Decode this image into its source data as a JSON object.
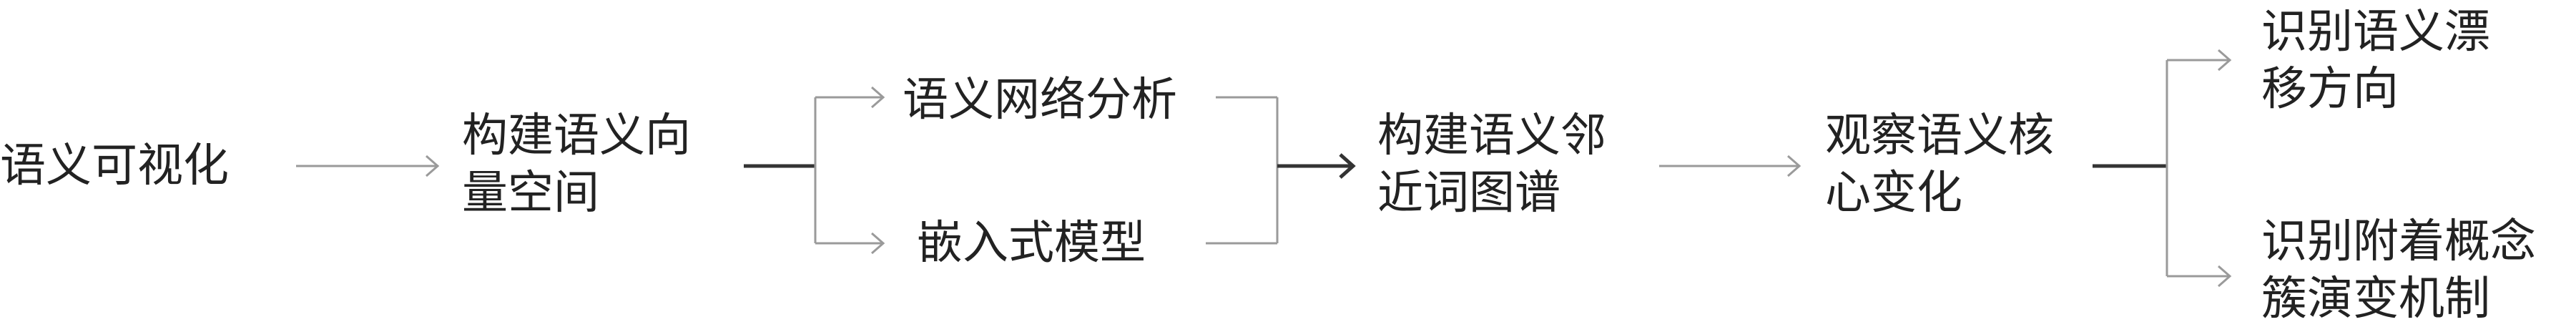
{
  "nodes": {
    "visualize": "语义可视化",
    "vector_space_line1": "构建语义向",
    "vector_space_line2": "量空间",
    "network_analysis": "语义网络分析",
    "embedding_model": "嵌入式模型",
    "neighbor_line1": "构建语义邻",
    "neighbor_line2": "近词图谱",
    "observe_line1": "观察语义核",
    "observe_line2": "心变化",
    "drift_line1": "识别语义漂",
    "drift_line2": "移方向",
    "cluster_line1": "识别附着概念",
    "cluster_line2": "簇演变机制"
  },
  "colors": {
    "text": "#222222",
    "thin_edge": "#9a9a9a",
    "thick_edge": "#333333"
  }
}
